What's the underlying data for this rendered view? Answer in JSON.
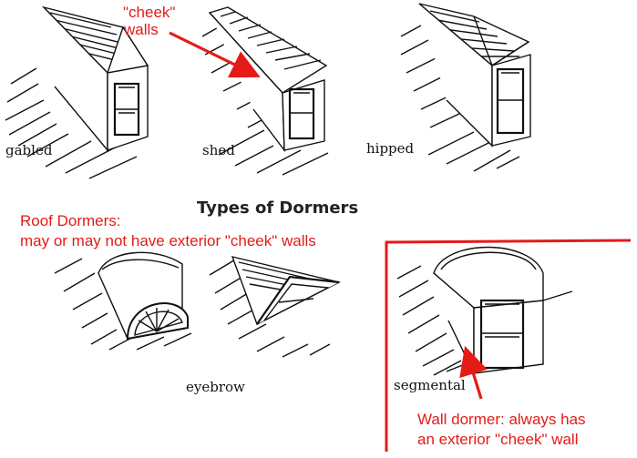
{
  "diagram": {
    "title": "Types of Dormers",
    "labels": {
      "gabled": "gabled",
      "shed": "shed",
      "hipped": "hipped",
      "eyebrow": "eyebrow",
      "segmental": "segmental"
    },
    "annotations": {
      "cheek_line1": "\"cheek\"",
      "cheek_line2": "walls",
      "roof_line1": "Roof Dormers:",
      "roof_line2": "may or may not have exterior \"cheek\" walls",
      "wall_line1": "Wall dormer: always has",
      "wall_line2": "an exterior \"cheek\" wall"
    },
    "colors": {
      "annotation": "#e41b17",
      "ink": "#111111"
    }
  }
}
